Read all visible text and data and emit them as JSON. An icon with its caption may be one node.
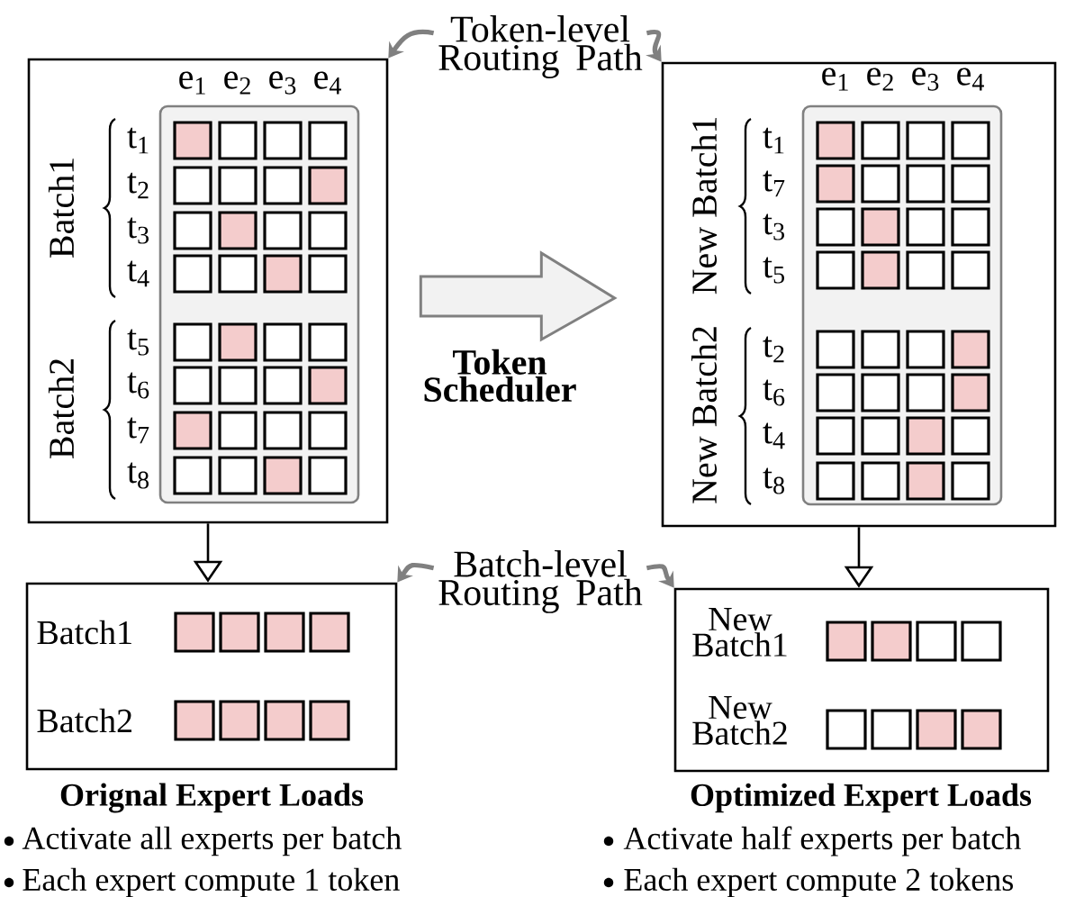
{
  "diagram": {
    "nodes": [
      {
        "text": [
          "e$_{1}$",
          "e$_{2}$",
          "e$_{3}$",
          "e$_{4}$",
          "Batch1",
          "t$_{1}$",
          "t$_{2}$",
          "t$_{3}$",
          "t$_{4}$",
          "Batch2",
          "t$_{5}$",
          "t$_{6}$",
          "t$_{7}$",
          "t$_{8}$"
        ]
      },
      {
        "text": [
          "e$_{1}$",
          "e$_{2}$",
          "e$_{3}$",
          "e$_{4}$",
          "New Batch1",
          "t$_{1}$",
          "t$_{7}$",
          "t$_{3}$",
          "t$_{5}$",
          "New Batch2",
          "t$_{2}$",
          "t$_{6}$",
          "t$_{4}$",
          "t$_{8}$"
        ]
      },
      {
        "text": [
          "Batch1",
          "Batch2"
        ],
        "beside": [
          "Orignal Expert Loads",
          "Activate all experts per batch",
          "Each expert compute 1 token"
        ]
      },
      {
        "text": [
          "New Batch1",
          "New Batch2"
        ],
        "beside": [
          "Optimized Expert Loads",
          "Activate half experts per batch",
          "Each expert compute 2 tokens"
        ]
      },
      {
        "text": [
          "Token-level Routing Path"
        ]
      },
      {
        "text": [
          "Batch-level Routing Path"
        ]
      }
    ],
    "edges": [
      {
        "from": 0,
        "to": 1,
        "arrow": "to",
        "label": "Token Scheduler",
        "color": "#808080"
      },
      {
        "from": 0,
        "to": 2,
        "arrow": "to",
        "color": "#000000"
      },
      {
        "from": 1,
        "to": 3,
        "arrow": "to",
        "color": "#000000"
      },
      {
        "from": 4,
        "to": 0,
        "arrow": "to",
        "color": "#808080"
      },
      {
        "from": 4,
        "to": 1,
        "arrow": "to",
        "color": "#808080"
      },
      {
        "from": 5,
        "to": 2,
        "arrow": "to",
        "color": "#808080"
      },
      {
        "from": 5,
        "to": 3,
        "arrow": "to",
        "color": "#808080"
      }
    ]
  }
}
